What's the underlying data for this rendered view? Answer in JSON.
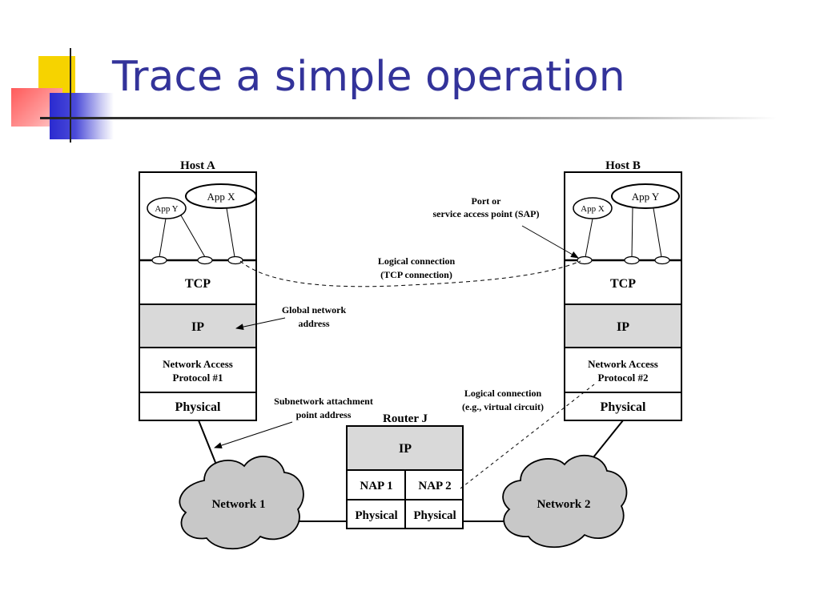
{
  "slide": {
    "title": "Trace a simple operation"
  },
  "diagram": {
    "host_a": {
      "label": "Host A",
      "app_y": "App Y",
      "app_x": "App X",
      "tcp": "TCP",
      "ip": "IP",
      "nap_line1": "Network Access",
      "nap_line2": "Protocol #1",
      "physical": "Physical"
    },
    "host_b": {
      "label": "Host B",
      "app_x": "App X",
      "app_y": "App Y",
      "tcp": "TCP",
      "ip": "IP",
      "nap_line1": "Network Access",
      "nap_line2": "Protocol #2",
      "physical": "Physical"
    },
    "router": {
      "label": "Router J",
      "ip": "IP",
      "nap1": "NAP 1",
      "nap2": "NAP 2",
      "physical1": "Physical",
      "physical2": "Physical"
    },
    "networks": {
      "network1": "Network 1",
      "network2": "Network 2"
    },
    "annotations": {
      "port_line1": "Port or",
      "port_line2": "service access point (SAP)",
      "logical_tcp_line1": "Logical connection",
      "logical_tcp_line2": "(TCP connection)",
      "global_line1": "Global network",
      "global_line2": "address",
      "subnet_line1": "Subnetwork attachment",
      "subnet_line2": "point address",
      "logical_vc_line1": "Logical connection",
      "logical_vc_line2": "(e.g., virtual circuit)"
    },
    "colors": {
      "layer_fill": "#d9d9d9",
      "cloud_fill": "#c8c8c8",
      "title": "#33339a"
    }
  }
}
